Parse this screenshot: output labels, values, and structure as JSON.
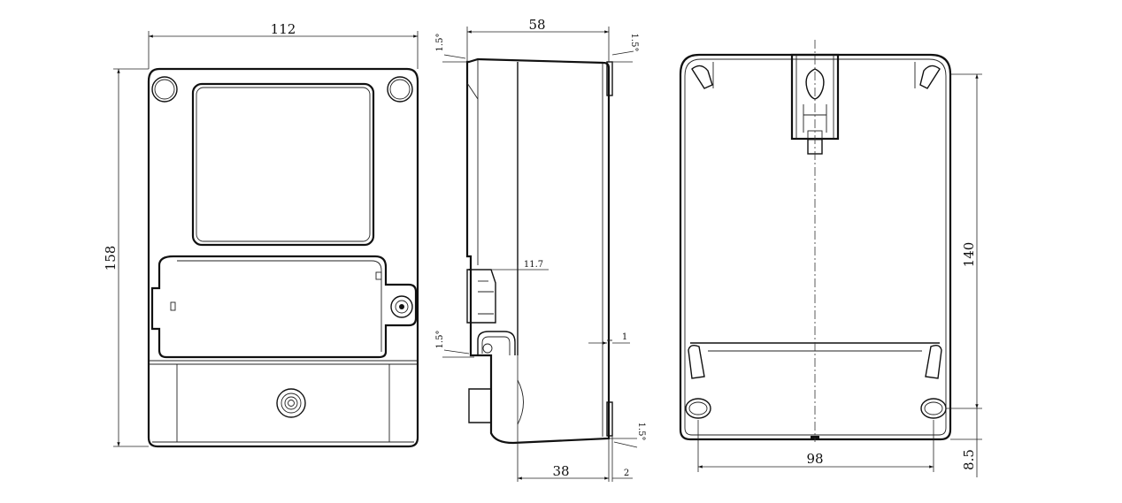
{
  "dimensions": {
    "front_width": "112",
    "front_height": "158",
    "side_depth": "58",
    "side_step": "11.7",
    "side_base_depth": "38",
    "side_gap": "2",
    "side_offset": "1",
    "back_hole_spacing_v": "140",
    "back_hole_spacing_h": "98",
    "back_bottom_offset": "8.5"
  },
  "angles": {
    "top_left": "1.5°",
    "top_right": "1.5°",
    "mid_left": "1.5°",
    "bottom_right": "1.5°"
  }
}
